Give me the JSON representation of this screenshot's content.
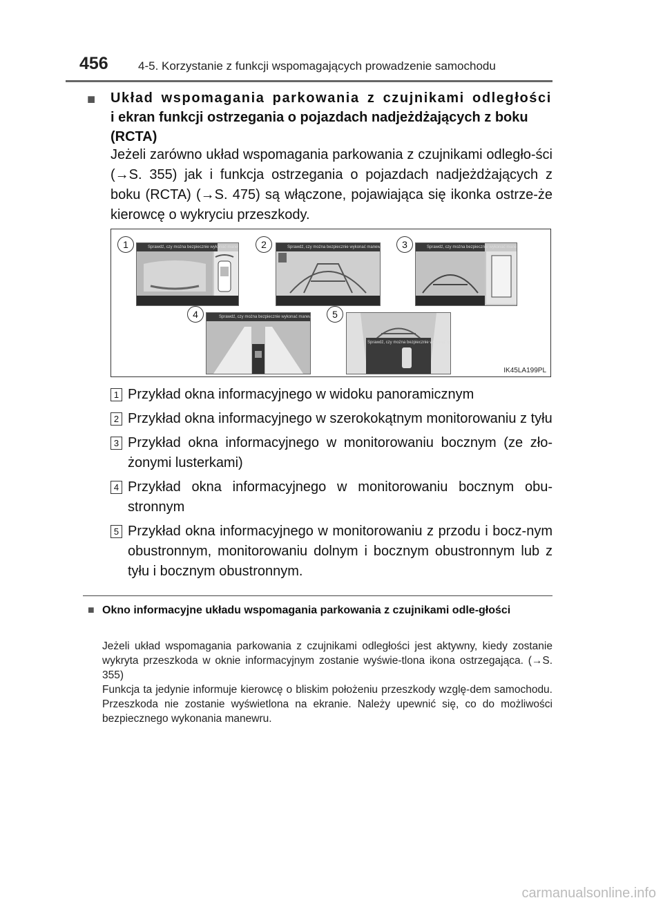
{
  "header": {
    "page_number": "456",
    "chapter": "4-5. Korzystanie z funkcji wspomagających prowadzenie samochodu"
  },
  "section": {
    "bullet": "■",
    "title_line1": "Układ wspomagania parkowania z czujnikami odległości",
    "title_line2": "i ekran funkcji ostrzegania o pojazdach nadjeżdżających z boku (RCTA)",
    "body": "Jeżeli zarówno układ wspomagania parkowania z czujnikami odległo-ści (→S. 355) jak i funkcja ostrzegania o pojazdach nadjeżdżających z boku (RCTA) (→S. 475) są włączone, pojawiająca się ikonka ostrze-że kierowcę o wykryciu przeszkody."
  },
  "figure": {
    "code": "IK45LA199PL",
    "screens": [
      {
        "number": "1",
        "message": "Sprawdź, czy można bezpiecznie wykonać manewr."
      },
      {
        "number": "2",
        "message": "Sprawdź, czy można bezpiecznie wykonać manewr."
      },
      {
        "number": "3",
        "message": "Sprawdź, czy można bezpiecznie wykonać manewr."
      },
      {
        "number": "4",
        "message": "Sprawdź, czy można bezpiecznie wykonać manewr."
      },
      {
        "number": "5",
        "message": "Sprawdź, czy można bezpiecznie wykonać manewr."
      }
    ]
  },
  "items": [
    {
      "number": "1",
      "text": "Przykład okna informacyjnego w widoku panoramicznym"
    },
    {
      "number": "2",
      "text": "Przykład okna informacyjnego w szerokokątnym monitorowaniu z tyłu"
    },
    {
      "number": "3",
      "text": "Przykład okna informacyjnego w monitorowaniu bocznym (ze zło-żonymi lusterkami)"
    },
    {
      "number": "4",
      "text": "Przykład okna informacyjnego w monitorowaniu bocznym obu-stronnym"
    },
    {
      "number": "5",
      "text": "Przykład okna informacyjnego w monitorowaniu z przodu i bocz-nym obustronnym, monitorowaniu dolnym i bocznym obustronnym lub z tyłu i bocznym obustronnym."
    }
  ],
  "subsection": {
    "bullet": "■",
    "title": "Okno informacyjne układu wspomagania parkowania z czujnikami odle-głości",
    "para1": "Jeżeli układ wspomagania parkowania z czujnikami odległości jest aktywny, kiedy zostanie wykryta przeszkoda w oknie informacyjnym zostanie wyświe-tlona ikona ostrzegająca. (→S. 355)",
    "para2": "Funkcja ta jedynie informuje kierowcę o bliskim położeniu przeszkody wzglę-dem samochodu. Przeszkoda nie zostanie wyświetlona na ekranie. Należy upewnić się, co do możliwości bezpiecznego wykonania manewru."
  },
  "footer": {
    "watermark": "carmanualsonline.info"
  }
}
